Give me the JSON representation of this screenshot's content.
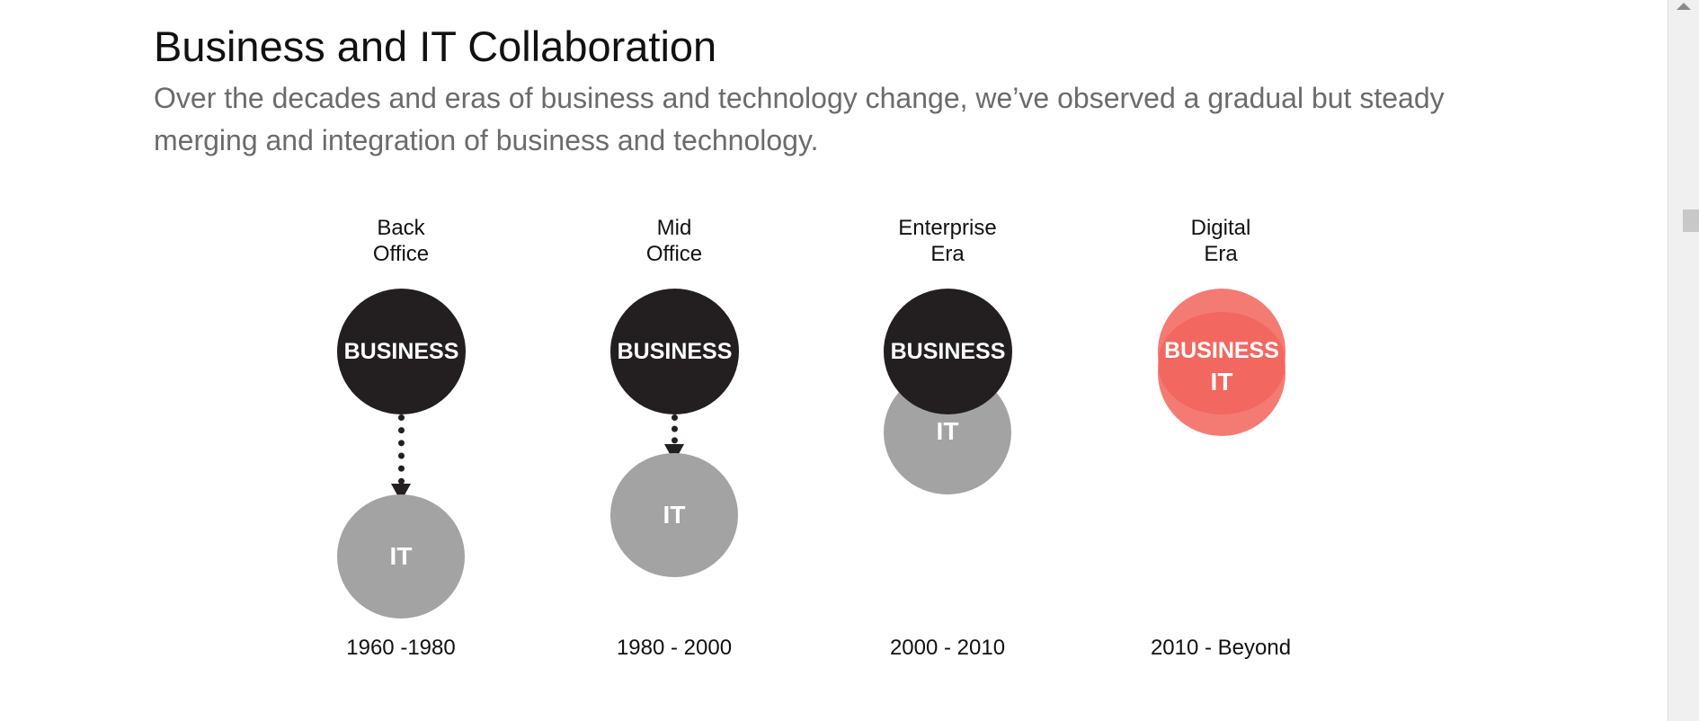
{
  "header": {
    "title": "Business and IT Collaboration",
    "subtitle": "Over the decades and eras of business and technology change, we’ve observed a gradual but steady merging and integration of business and technology."
  },
  "eras": [
    {
      "label_line1": "Back",
      "label_line2": "Office",
      "business": "BUSINESS",
      "it": "IT",
      "period": "1960 -1980"
    },
    {
      "label_line1": "Mid",
      "label_line2": "Office",
      "business": "BUSINESS",
      "it": "IT",
      "period": "1980 - 2000"
    },
    {
      "label_line1": "Enterprise",
      "label_line2": "Era",
      "business": "BUSINESS",
      "it": "IT",
      "period": "2000 - 2010"
    },
    {
      "label_line1": "Digital",
      "label_line2": "Era",
      "business": "BUSINESS",
      "it": "IT",
      "period": "2010 - Beyond"
    }
  ],
  "colors": {
    "business": "#231f20",
    "it": "#a3a3a3",
    "digital_merged": "#f05a50"
  },
  "icons": {
    "scroll_up": "triangle-up-icon"
  }
}
